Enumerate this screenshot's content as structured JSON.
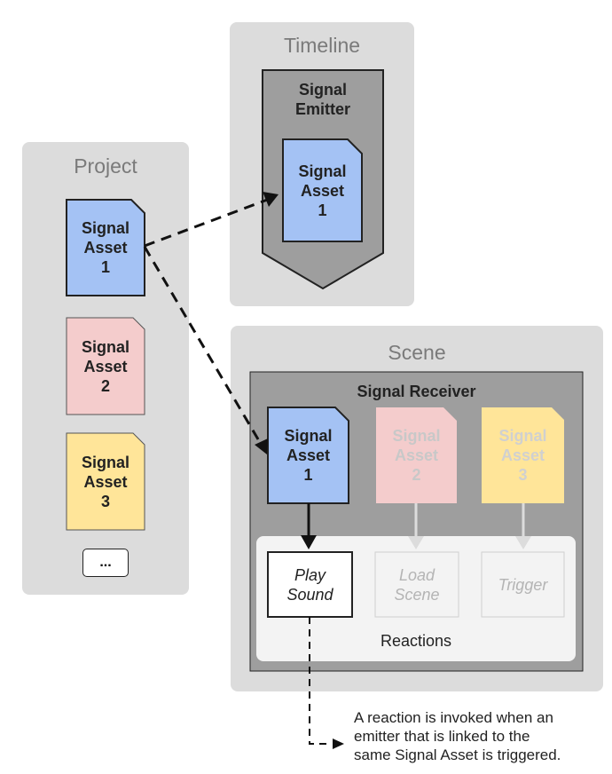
{
  "colors": {
    "panel": "#dcdcdc",
    "blue": "#a4c2f4",
    "pink": "#f4cccc",
    "yellow": "#ffe599",
    "receiver": "#9e9e9e",
    "reactions_bg": "#f3f3f3",
    "faded_text": "#c4c4c4"
  },
  "project": {
    "title": "Project",
    "assets": [
      "Signal\nAsset\n1",
      "Signal\nAsset\n2",
      "Signal\nAsset\n3"
    ],
    "more_label": "..."
  },
  "timeline": {
    "title": "Timeline",
    "emitter_label": "Signal\nEmitter",
    "asset_label": "Signal\nAsset\n1"
  },
  "scene": {
    "title": "Scene",
    "receiver_label": "Signal Receiver",
    "assets": [
      "Signal\nAsset\n1",
      "Signal\nAsset\n2",
      "Signal\nAsset\n3"
    ],
    "reactions": [
      "Play\nSound",
      "Load\nScene",
      "Trigger"
    ],
    "reactions_label": "Reactions"
  },
  "annotation": "A reaction is invoked when an\nemitter that is linked to the\nsame Signal Asset is triggered."
}
